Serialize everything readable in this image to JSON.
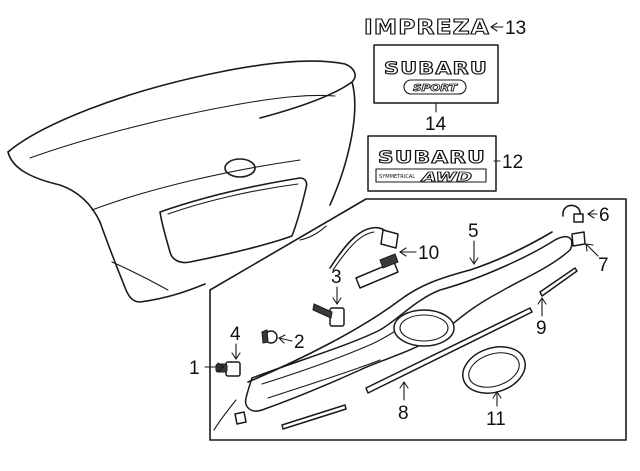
{
  "callouts": {
    "c1": "1",
    "c2": "2",
    "c3": "3",
    "c4": "4",
    "c5": "5",
    "c6": "6",
    "c7": "7",
    "c8": "8",
    "c9": "9",
    "c10": "10",
    "c11": "11",
    "c12": "12",
    "c13": "13",
    "c14": "14"
  },
  "emblems": {
    "impreza": "IMPREZA",
    "subaru_top": "SUBARU",
    "sport": "SPORT",
    "subaru_bottom": "SUBARU",
    "symmetrical": "SYMMETRICAL",
    "awd": "AWD"
  }
}
